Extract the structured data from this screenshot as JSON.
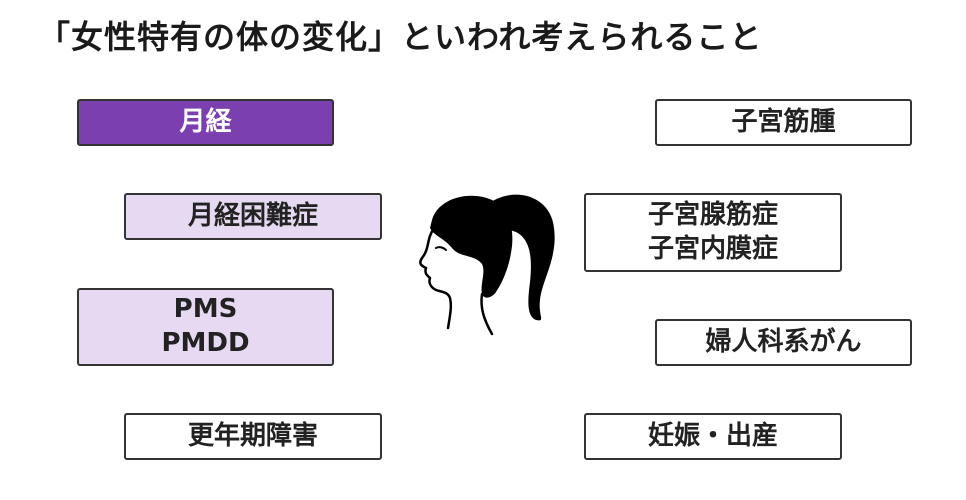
{
  "title": "「女性特有の体の変化」といわれ考えられること",
  "left_items": {
    "menstruation": "月経",
    "dysmenorrhea": "月経困難症",
    "pms": {
      "line1": "PMS",
      "line2": "PMDD"
    },
    "menopause": "更年期障害"
  },
  "right_items": {
    "fibroids": "子宮筋腫",
    "adeno_endo": {
      "line1": "子宮腺筋症",
      "line2": "子宮内膜症"
    },
    "gyn_cancer": "婦人科系がん",
    "pregnancy": "妊娠・出産"
  },
  "colors": {
    "highlight": "#7b3fb0",
    "light": "#e6d9f2",
    "border": "#333333"
  },
  "icons": {
    "center": "woman-profile-icon"
  }
}
